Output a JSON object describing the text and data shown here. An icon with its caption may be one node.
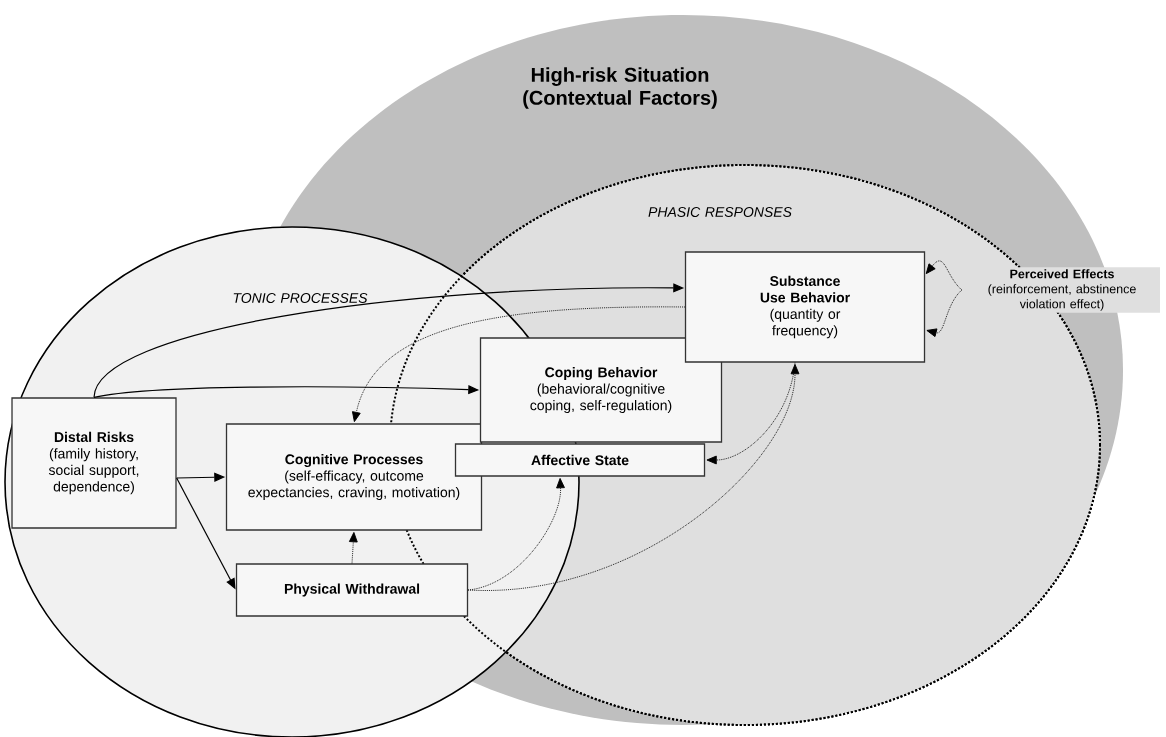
{
  "diagram": {
    "nodes": [
      {
        "text": [
          "High-risk Situation (Contextual Factors)"
        ]
      },
      {
        "text": [
          "PHASIC RESPONSES"
        ],
        "in": 0
      },
      {
        "text": [
          "TONIC PROCESSES"
        ]
      },
      {
        "text": [
          "Distal Risks",
          "(family history, social support, dependence)"
        ],
        "in": 2
      },
      {
        "text": [
          "Cognitive Processes",
          "(self-efficacy, outcome expectancies, craving, motivation)"
        ],
        "in": 2
      },
      {
        "text": [
          "Coping Behavior",
          "(behavioral/cognitive coping, self-regulation)"
        ],
        "in": 1
      },
      {
        "text": [
          "Affective State"
        ],
        "in": 1
      },
      {
        "text": [
          "Physical Withdrawal"
        ]
      },
      {
        "text": [
          "Substance Use Behavior",
          "(quantity or frequency)"
        ],
        "in": 1
      },
      {
        "text": [
          "Perceived Effects",
          "(reinforcement, abstinence violation effect)"
        ]
      }
    ],
    "edges": [
      {
        "from": 3,
        "to": 8,
        "arrow": "to"
      },
      {
        "from": 3,
        "to": 5,
        "arrow": "to"
      },
      {
        "from": 3,
        "to": 4,
        "arrow": "to"
      },
      {
        "from": 3,
        "to": 7,
        "arrow": "to"
      },
      {
        "from": 7,
        "to": 4,
        "arrow": "to",
        "style": "dashed"
      },
      {
        "from": 7,
        "to": 6,
        "arrow": "to",
        "style": "dashed"
      },
      {
        "from": 7,
        "to": 8,
        "arrow": "to",
        "style": "dashed"
      },
      {
        "from": 8,
        "to": 6,
        "arrow": "to",
        "style": "dashed"
      },
      {
        "from": 8,
        "to": 4,
        "arrow": "to",
        "style": "dashed"
      },
      {
        "from": 9,
        "to": 8,
        "arrow": "to",
        "style": "dashed"
      },
      {
        "from": 9,
        "to": 8,
        "arrow": "to",
        "style": "dashed"
      }
    ]
  }
}
